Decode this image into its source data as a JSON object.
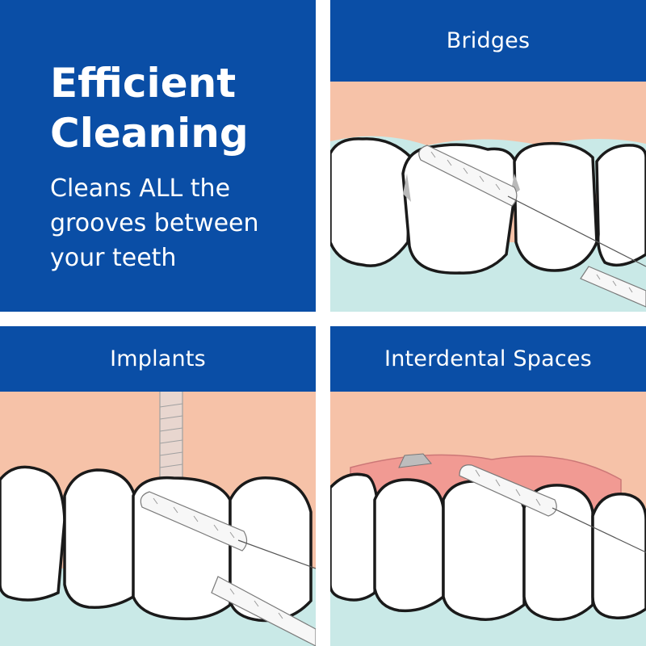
{
  "headline": {
    "line1": "Efficient",
    "line2": "Cleaning"
  },
  "subheadline": {
    "line1": "Cleans ALL the",
    "line2": "grooves between",
    "line3": "your teeth"
  },
  "panels": [
    {
      "label": "Bridges"
    },
    {
      "label": "Implants"
    },
    {
      "label": "Interdental Spaces"
    }
  ],
  "colors": {
    "brand_blue": "#0a4ea6",
    "gum": "#f6c2a8",
    "lower_gum": "#c9e9e7",
    "gum_pink": "#f19a93"
  }
}
